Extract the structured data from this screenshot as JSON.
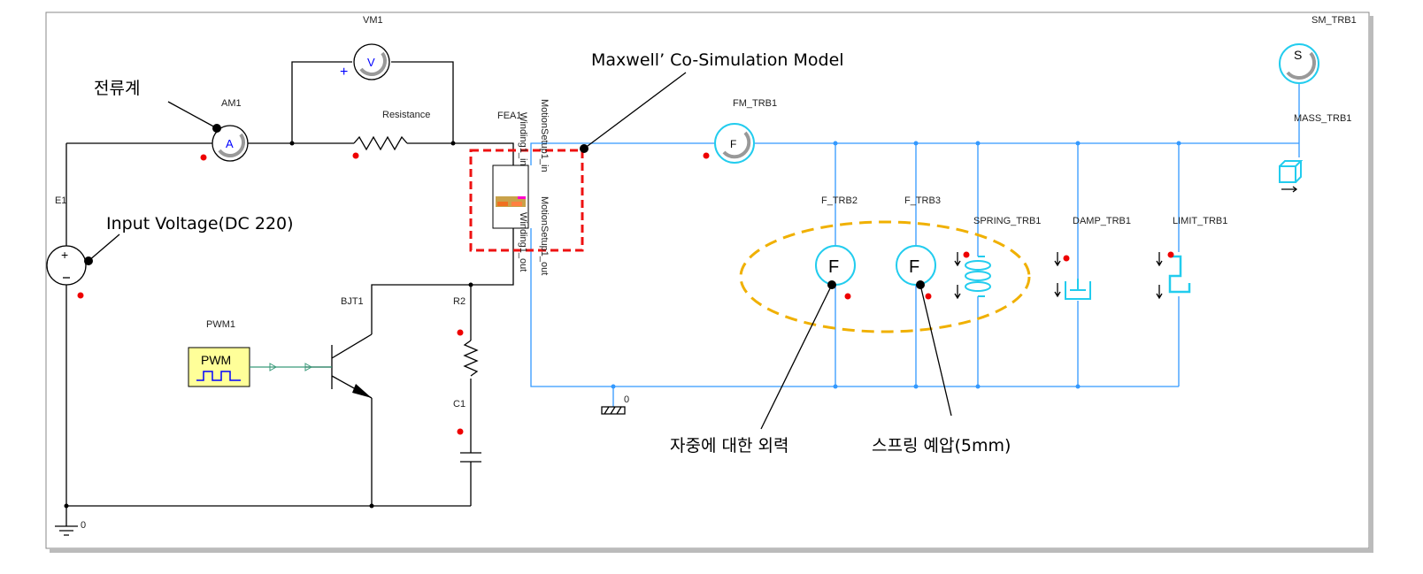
{
  "annotations": {
    "maxwell": "Maxwell’ Co-Simulation Model",
    "ammeter": "전류계",
    "input_voltage": "Input Voltage(DC 220)",
    "self_weight": "자중에 대한 외력",
    "spring_preload": "스프링 예압(5mm)"
  },
  "components": {
    "vm1": "VM1",
    "am1": "AM1",
    "resistance": "Resistance",
    "fea1": "FEA1",
    "e1": "E1",
    "bjt1": "BJT1",
    "pwm1": "PWM1",
    "pwm_box": "PWM",
    "r2": "R2",
    "c1": "C1",
    "gnd_left": "0",
    "gnd_mech": "0",
    "fm_trb1": "FM_TRB1",
    "f_trb2": "F_TRB2",
    "f_trb3": "F_TRB3",
    "spring_trb1": "SPRING_TRB1",
    "damp_trb1": "DAMP_TRB1",
    "limit_trb1": "LIMIT_TRB1",
    "sm_trb1": "SM_TRB1",
    "mass_trb1": "MASS_TRB1",
    "force_glyph": "F",
    "speed_glyph": "S",
    "amm_glyph": "A",
    "volt_glyph": "V"
  },
  "pins": {
    "winding_in": "Winding1_in",
    "winding_out": "Winding1_out",
    "motion_in": "MotionSetup1_in",
    "motion_out": "MotionSetup1_out"
  },
  "colors": {
    "electrical": "#000000",
    "mechanical": "#3399ff",
    "highlight_box": "#ff0000",
    "highlight_ellipse": "#f0b000",
    "pwm_fill": "#ffff99"
  }
}
